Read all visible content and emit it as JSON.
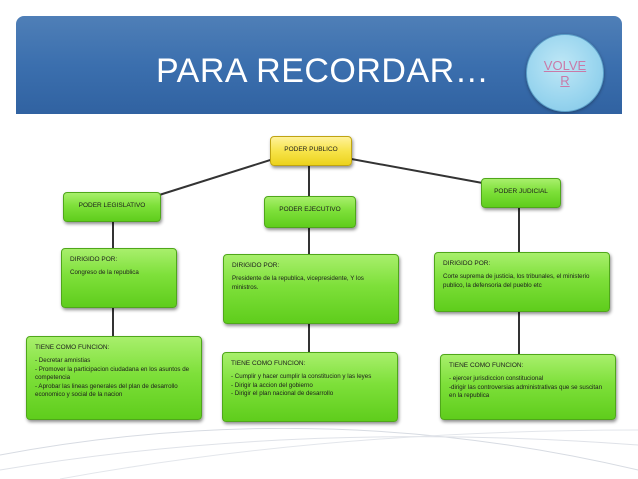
{
  "slide": {
    "title": "PARA RECORDAR…",
    "volver_label": "VOLVER"
  },
  "diagram": {
    "root": {
      "label": "PODER PUBLICO"
    },
    "branches": [
      {
        "name": "PODER LEGISLATIVO",
        "directed_head": "DIRIGIDO POR:",
        "directed_body": "Congreso de la republica",
        "function_head": "TIENE COMO FUNCION:",
        "function_body": "- Decretar amnistias\n- Promover la participacion ciudadana en los asuntos de competencia\n- Aprobar las lineas generales del plan de desarrollo economico y social de la nacion"
      },
      {
        "name": "PODER EJECUTIVO",
        "directed_head": "DIRIGIDO POR:",
        "directed_body": "Presidente de la republica, vicepresidente, Y los ministros.",
        "function_head": "TIENE COMO FUNCION:",
        "function_body": "- Cumplir y hacer cumplir la constitucion y las leyes\n- Dirigir la accion del gobierno\n- Dirigir el plan nacional de desarrollo"
      },
      {
        "name": "PODER JUDICIAL",
        "directed_head": "DIRIGIDO POR:",
        "directed_body": "Corte suprema de justicia, los tribunales, el ministerio publico, la defensoria del pueblo etc",
        "function_head": "TIENE COMO FUNCION:",
        "function_body": "- ejercer jurisdiccion constitucional\n-dirigir las controversias administrativas que se suscitan en la republica"
      }
    ]
  }
}
